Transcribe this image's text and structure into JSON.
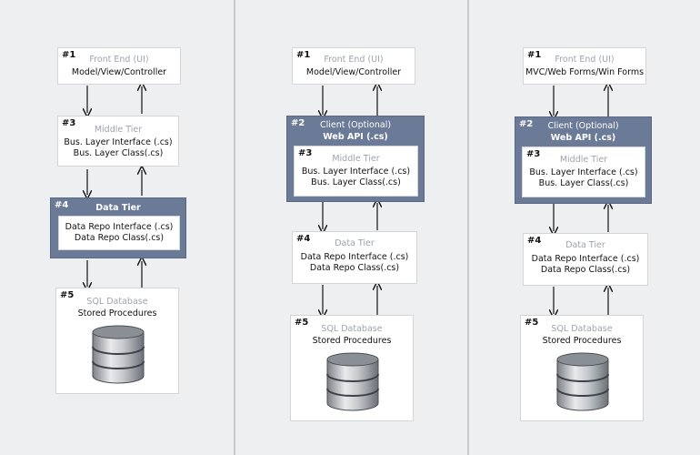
{
  "diagrams": [
    {
      "front": {
        "num": "#1",
        "title": "Front End (UI)",
        "line": "Model/View/Controller"
      },
      "middle": {
        "num": "#3",
        "title": "Middle Tier",
        "lines": [
          "Bus. Layer Interface (.cs)",
          "Bus. Layer Class(.cs)"
        ]
      },
      "data": {
        "num": "#4",
        "title": "Data Tier",
        "lines": [
          "Data Repo Interface (.cs)",
          "Data Repo Class(.cs)"
        ]
      },
      "db": {
        "num": "#5",
        "title": "SQL Database",
        "line": "Stored Procedures"
      }
    },
    {
      "front": {
        "num": "#1",
        "title": "Front End (UI)",
        "line": "Model/View/Controller"
      },
      "client": {
        "num": "#2",
        "title": "Client (Optional)",
        "line": "Web API (.cs)"
      },
      "middle": {
        "num": "#3",
        "title": "Middle Tier",
        "lines": [
          "Bus. Layer Interface (.cs)",
          "Bus. Layer Class(.cs)"
        ]
      },
      "data": {
        "num": "#4",
        "title": "Data Tier",
        "lines": [
          "Data Repo Interface (.cs)",
          "Data Repo Class(.cs)"
        ]
      },
      "db": {
        "num": "#5",
        "title": "SQL Database",
        "line": "Stored Procedures"
      }
    },
    {
      "front": {
        "num": "#1",
        "title": "Front End (UI)",
        "line": "MVC/Web Forms/Win Forms"
      },
      "client": {
        "num": "#2",
        "title": "Client (Optional)",
        "line": "Web API (.cs)"
      },
      "middle": {
        "num": "#3",
        "title": "Middle Tier",
        "lines": [
          "Bus. Layer Interface (.cs)",
          "Bus. Layer Class(.cs)"
        ]
      },
      "data": {
        "num": "#4",
        "title": "Data Tier",
        "lines": [
          "Data Repo Interface (.cs)",
          "Data Repo Class(.cs)"
        ]
      },
      "db": {
        "num": "#5",
        "title": "SQL Database",
        "line": "Stored Procedures"
      }
    }
  ]
}
